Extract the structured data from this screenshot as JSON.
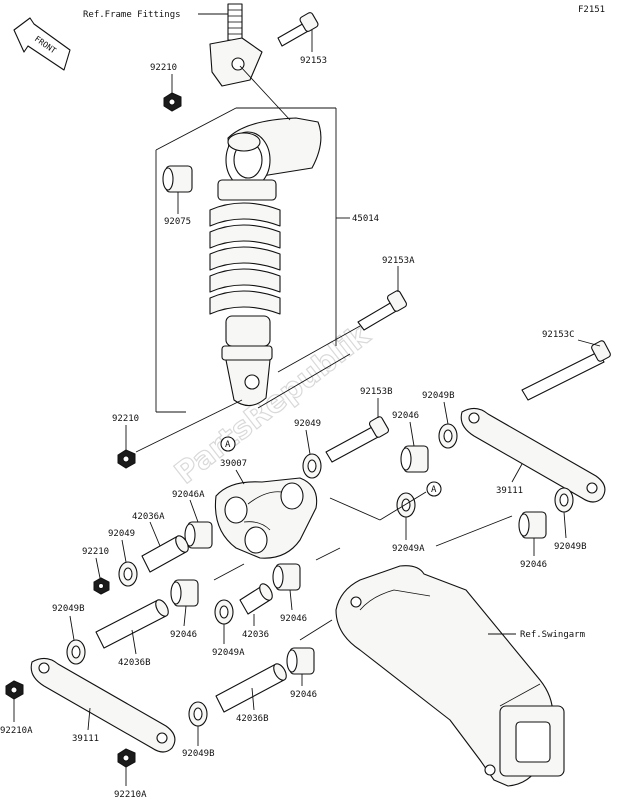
{
  "figure_code": "F2151",
  "orientation": {
    "front_label": "FRONT"
  },
  "watermark": "PartsRepublik",
  "references": {
    "frame_fittings": "Ref.Frame Fittings",
    "swingarm": "Ref.Swingarm"
  },
  "callout_marker": "A",
  "labels": {
    "p_92210_top": "92210",
    "p_92153_top": "92153",
    "p_92075": "92075",
    "p_45014": "45014",
    "p_92153A": "92153A",
    "p_92153C": "92153C",
    "p_92210_mid": "92210",
    "p_92153B": "92153B",
    "p_92049B_top": "92049B",
    "p_92049_mid": "92049",
    "p_92046_top": "92046",
    "p_39007": "39007",
    "p_39111_right": "39111",
    "p_92046A": "92046A",
    "p_42036A": "42036A",
    "p_92049_left": "92049",
    "p_92049A_right": "92049A",
    "p_92210_left": "92210",
    "p_92049B_right": "92049B",
    "p_92046_right": "92046",
    "p_92049B_left": "92049B",
    "p_92046_mid": "92046",
    "p_42036": "42036",
    "p_92046_lowmid": "92046",
    "p_42036B_left": "42036B",
    "p_92049A_low": "92049A",
    "p_92046_bottom": "92046",
    "p_92210A_left": "92210A",
    "p_39111_left": "39111",
    "p_42036B_bottom": "42036B",
    "p_92049B_bottom": "92049B",
    "p_92210A_bottom": "92210A"
  }
}
